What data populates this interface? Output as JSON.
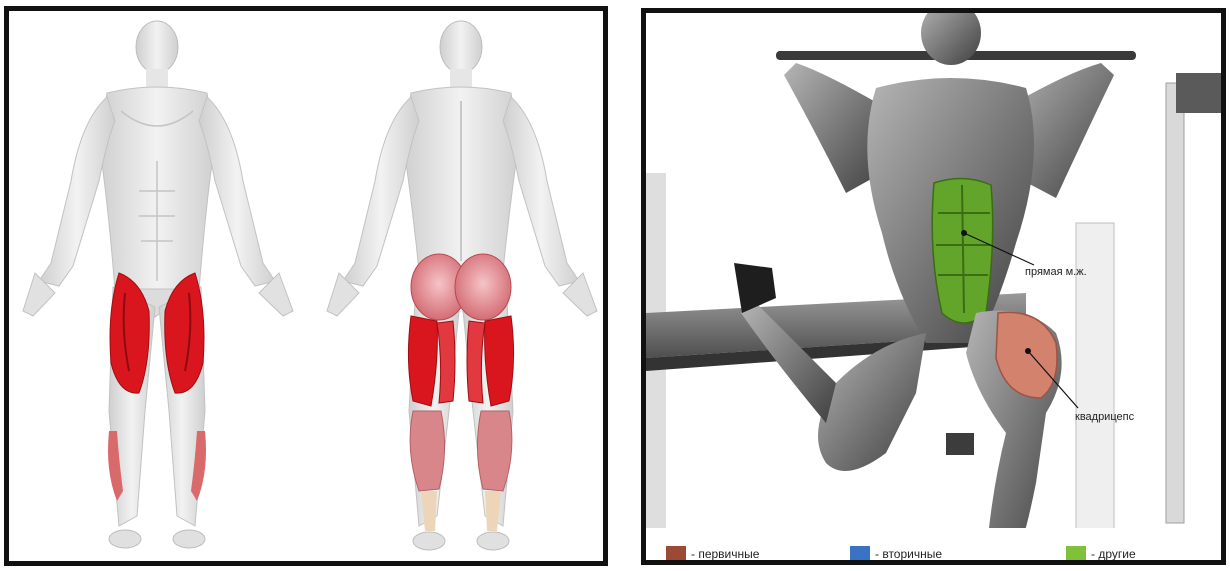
{
  "annotations": {
    "abs_label": "прямая м.ж.",
    "quad_label": "квадрицепс"
  },
  "legend": [
    {
      "label": "- первичные",
      "color": "#9c4a35"
    },
    {
      "label": "- вторичные",
      "color": "#3b73c4"
    },
    {
      "label": "- другие",
      "color": "#7fc13a"
    }
  ],
  "colors": {
    "primary_muscle": "#d9161d",
    "glutes": "#e48d93",
    "calves": "#d9868a",
    "abs": "#63a52a",
    "quad_highlight": "#d3826e",
    "body": "#e3e3e3",
    "body_dark": "#6f6f6f",
    "frame": "#111111"
  },
  "icons": [
    "front-body-figure",
    "back-body-figure",
    "lunge-figure"
  ]
}
